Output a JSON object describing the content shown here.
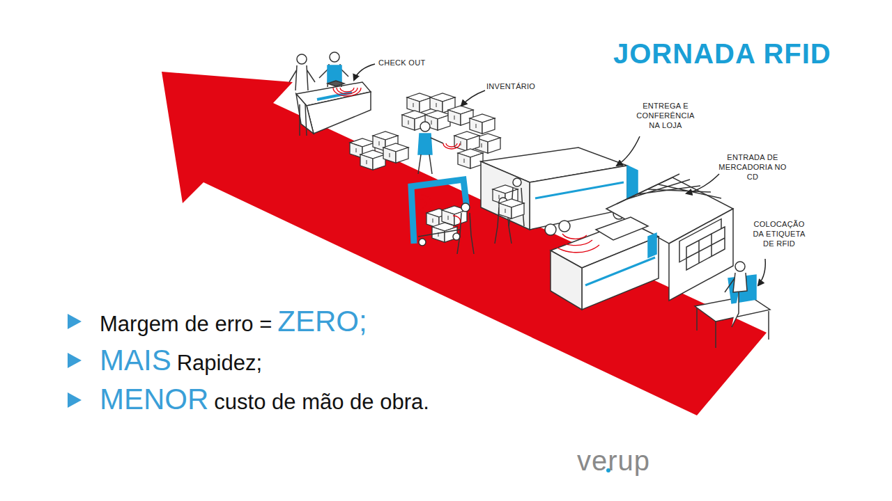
{
  "diagram": {
    "title": "JORNADA RFID",
    "labels": [
      "CHECK OUT",
      "INVENTÁRIO",
      "ENTREGA E CONFERÊNCIA NA LOJA",
      "ENTRADA DE MERCADORIA NO CD",
      "COLOCAÇÃO DA ETIQUETA DE RFID",
      "Margem de erro =",
      "ZERO;",
      "MAIS",
      "Rapidez;",
      "MENOR",
      "custo de mão de obra.",
      "verup"
    ]
  }
}
